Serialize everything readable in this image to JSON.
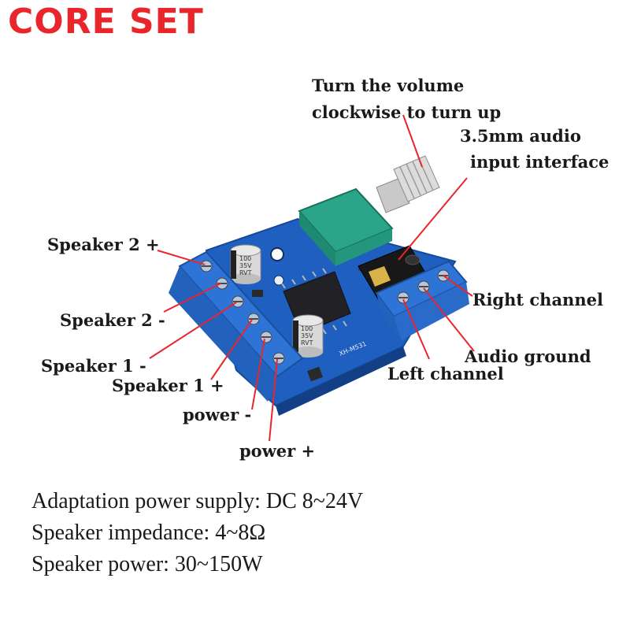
{
  "brand": {
    "name": "CORE SET",
    "color": "#e8262c"
  },
  "callouts": {
    "volume_line1": "Turn the volume",
    "volume_line2": "clockwise to turn up",
    "audio_line1": "3.5mm audio",
    "audio_line2": "input interface",
    "speaker2_plus": "Speaker 2 +",
    "speaker2_minus": "Speaker 2 -",
    "speaker1_minus": "Speaker 1 -",
    "speaker1_plus": "Speaker 1 +",
    "power_minus": "power -",
    "power_plus": "power +",
    "right_channel": "Right channel",
    "audio_ground": "Audio ground",
    "left_channel": "Left channel"
  },
  "board_markings": {
    "cap_top": [
      "100",
      "35V",
      "RVT"
    ],
    "cap_bottom": [
      "100",
      "35V",
      "RVT"
    ],
    "model": "XH-M531"
  },
  "specs": [
    "Adaptation power supply: DC 8~24V",
    "Speaker impedance: 4~8Ω",
    "Speaker power: 30~150W"
  ],
  "colors": {
    "pcb": "#1f5fbf",
    "terminal": "#2e74d6",
    "pot": "#2aa58a",
    "leader": "#e8262c"
  }
}
